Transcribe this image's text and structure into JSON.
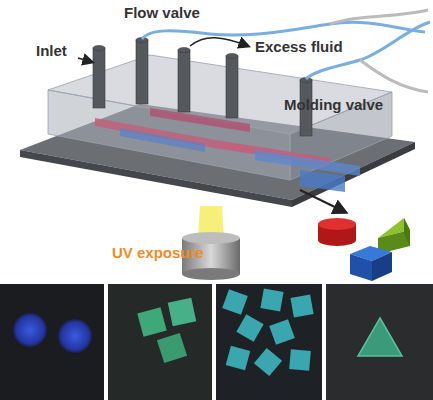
{
  "diagram": {
    "labels": [
      "Flow valve",
      "Inlet",
      "Excess fluid",
      "Molding valve",
      "UV exposure"
    ]
  }
}
